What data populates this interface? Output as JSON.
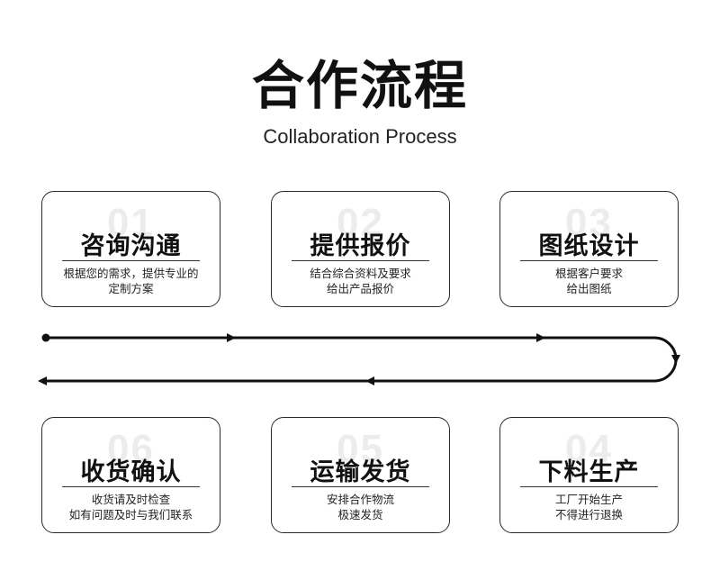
{
  "header": {
    "title": "合作流程",
    "subtitle": "Collaboration Process"
  },
  "steps": [
    {
      "num": "01",
      "title": "咨询沟通",
      "desc": [
        "根据您的需求，提供专业的",
        "定制方案"
      ]
    },
    {
      "num": "02",
      "title": "提供报价",
      "desc": [
        "结合综合资料及要求",
        "给出产品报价"
      ]
    },
    {
      "num": "03",
      "title": "图纸设计",
      "desc": [
        "根据客户要求",
        "给出图纸"
      ]
    },
    {
      "num": "04",
      "title": "下料生产",
      "desc": [
        "工厂开始生产",
        "不得进行退换"
      ]
    },
    {
      "num": "05",
      "title": "运输发货",
      "desc": [
        "安排合作物流",
        "极速发货"
      ]
    },
    {
      "num": "06",
      "title": "收货确认",
      "desc": [
        "收货请及时检查",
        "如有问题及时与我们联系"
      ]
    }
  ],
  "colors": {
    "line": "#111111",
    "card_border": "#2a2a2a",
    "number_watermark": "#ececec"
  }
}
